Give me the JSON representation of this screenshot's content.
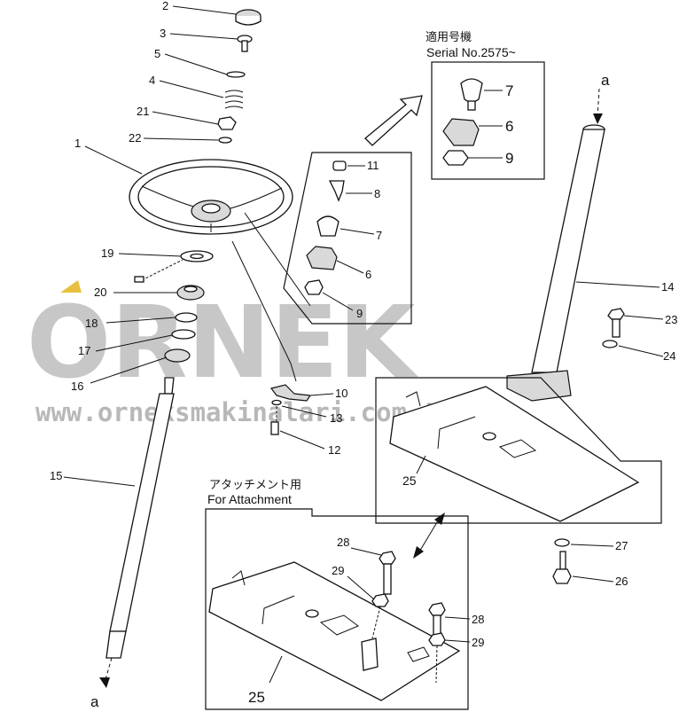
{
  "callouts": {
    "c2": "2",
    "c3": "3",
    "c5": "5",
    "c4": "4",
    "c21": "21",
    "c22": "22",
    "c1": "1",
    "c19": "19",
    "c20": "20",
    "c18": "18",
    "c17": "17",
    "c16": "16",
    "c15": "15",
    "c11": "11",
    "c8": "8",
    "c7": "7",
    "c6": "6",
    "c9": "9",
    "c10": "10",
    "c13": "13",
    "c12": "12",
    "c14": "14",
    "c23": "23",
    "c24": "24",
    "c25": "25",
    "c27": "27",
    "c26": "26",
    "c28a": "28",
    "c29a": "29",
    "c28b": "28",
    "c29b": "29",
    "c25b": "25",
    "s7": "7",
    "s6": "6",
    "s9": "9"
  },
  "serial_box": {
    "title_jp": "適用号機",
    "serial": "Serial  No.2575~"
  },
  "attachment_box": {
    "title_jp": "アタッチメント用",
    "title_en": "For Attachment"
  },
  "markers": {
    "a_top": "a",
    "a_bottom": "a"
  },
  "watermark": {
    "brand": "ORNEK",
    "url": "www.orneksmakinalari.com.tr",
    "accent_color": "#e8c040"
  }
}
